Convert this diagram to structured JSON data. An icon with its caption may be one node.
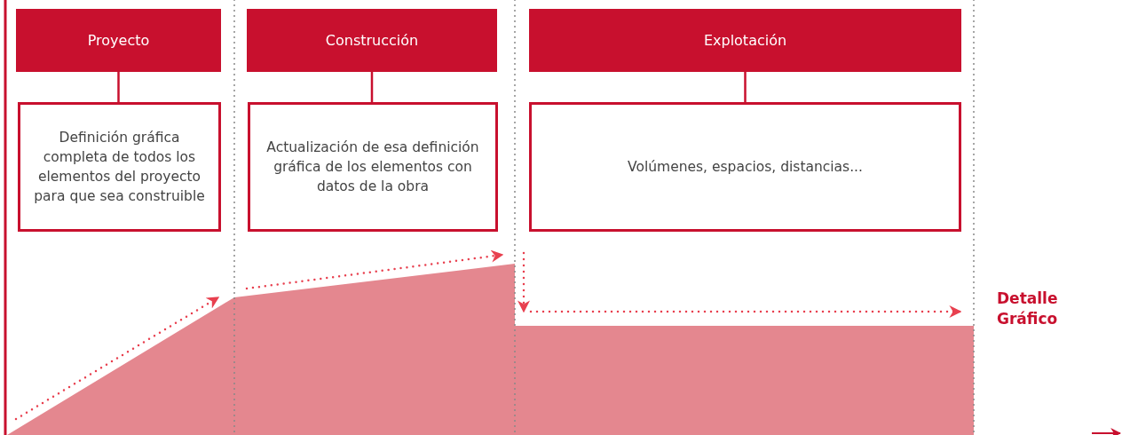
{
  "diagram": {
    "nodes": [
      {
        "text": [
          "Proyecto"
        ]
      },
      {
        "text": [
          "Definición gráfica completa de todos los elementos del proyecto para que sea construible"
        ]
      },
      {
        "text": [
          "Construcción"
        ]
      },
      {
        "text": [
          "Actualización de esa definición gráfica de los elementos con datos de la obra"
        ]
      },
      {
        "text": [
          "Explotación"
        ]
      },
      {
        "text": [
          "Volúmenes, espacios, distancias..."
        ]
      }
    ],
    "edges": [
      {
        "from": 0,
        "to": 1,
        "arrow": "none"
      },
      {
        "from": 2,
        "to": 3,
        "arrow": "none"
      },
      {
        "from": 4,
        "to": 5,
        "arrow": "none"
      }
    ],
    "labels": [
      "Detalle Gráfico"
    ]
  }
}
